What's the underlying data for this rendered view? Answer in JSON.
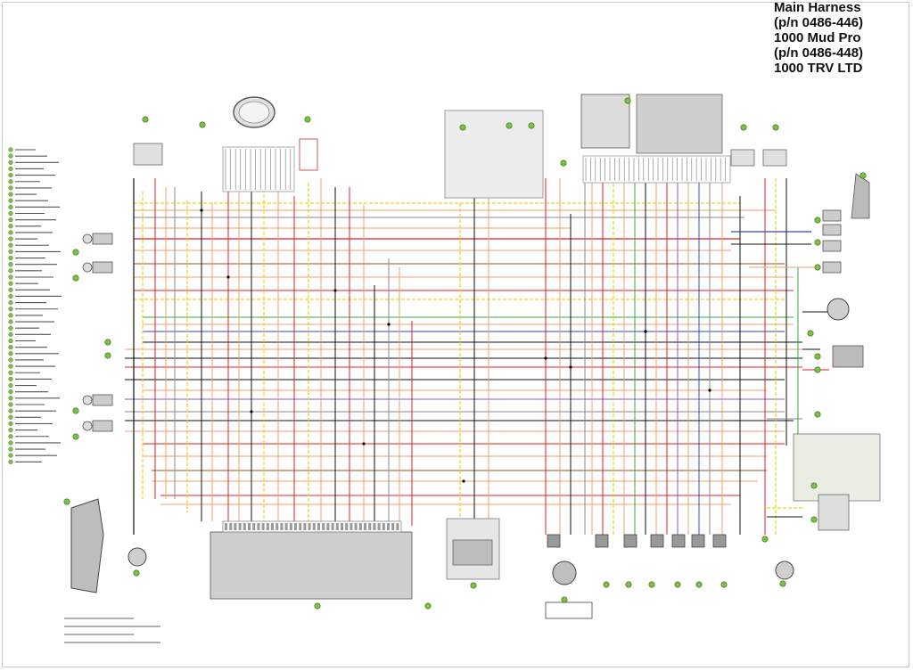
{
  "title_lines": [
    "Main Harness",
    "(p/n 0486-446)",
    "1000 Mud Pro",
    "(p/n 0486-448)",
    "1000 TRV LTD"
  ],
  "colors": {
    "background": "#ffffff",
    "callout_fill": "#7cc242",
    "wire_red": "#e02020",
    "wire_orange": "#f0a070",
    "wire_yellow": "#f2d21b",
    "wire_green": "#2fae3a",
    "wire_blue": "#2a49c9",
    "wire_black": "#111111",
    "wire_gray": "#8a8a8a",
    "wire_purple": "#8a5ab8",
    "wire_brown": "#8b5a2b",
    "component_fill": "#cfcfcf",
    "relay_box_fill": "#e9ede4"
  }
}
